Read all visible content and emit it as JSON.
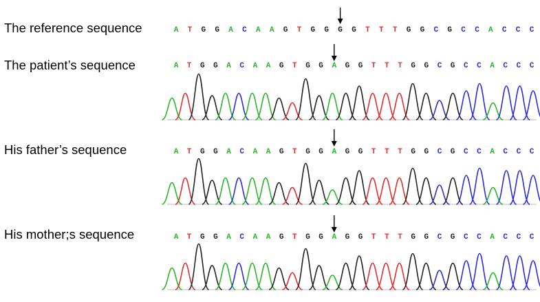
{
  "colors": {
    "A": "#2db52d",
    "T": "#e03030",
    "G": "#222222",
    "C": "#2c2cd8"
  },
  "rows": [
    {
      "label": "The reference sequence",
      "bases": [
        "A",
        "T",
        "G",
        "G",
        "A",
        "C",
        "A",
        "A",
        "G",
        "T",
        "G",
        "G",
        "G",
        "G",
        "T",
        "T",
        "T",
        "G",
        "G",
        "C",
        "G",
        "C",
        "C",
        "A",
        "C",
        "C",
        "C"
      ],
      "marker_index": 12,
      "has_trace": false,
      "peaks": []
    },
    {
      "label": "The patient’s sequence",
      "bases": [
        "A",
        "T",
        "G",
        "G",
        "A",
        "C",
        "A",
        "A",
        "G",
        "T",
        "G",
        "G",
        "A",
        "G",
        "G",
        "T",
        "T",
        "T",
        "G",
        "G",
        "C",
        "G",
        "C",
        "C",
        "A",
        "C",
        "C",
        "C"
      ],
      "marker_index": 12,
      "has_trace": true,
      "peaks": [
        {
          "base": "A",
          "h": 0.45
        },
        {
          "base": "T",
          "h": 0.55
        },
        {
          "base": "G",
          "h": 0.95
        },
        {
          "base": "G",
          "h": 0.5
        },
        {
          "base": "A",
          "h": 0.55
        },
        {
          "base": "C",
          "h": 0.55
        },
        {
          "base": "A",
          "h": 0.55
        },
        {
          "base": "A",
          "h": 0.55
        },
        {
          "base": "G",
          "h": 0.45
        },
        {
          "base": "T",
          "h": 0.35
        },
        {
          "base": "G",
          "h": 0.85
        },
        {
          "base": "G",
          "h": 0.5
        },
        {
          "base": "A",
          "h": 0.55
        },
        {
          "base": "G",
          "h": 0.55
        },
        {
          "base": "G",
          "h": 0.7
        },
        {
          "base": "T",
          "h": 0.55
        },
        {
          "base": "T",
          "h": 0.55
        },
        {
          "base": "T",
          "h": 0.55
        },
        {
          "base": "G",
          "h": 0.75
        },
        {
          "base": "G",
          "h": 0.55
        },
        {
          "base": "C",
          "h": 0.4
        },
        {
          "base": "G",
          "h": 0.55
        },
        {
          "base": "C",
          "h": 0.6
        },
        {
          "base": "C",
          "h": 0.75
        },
        {
          "base": "A",
          "h": 0.35
        },
        {
          "base": "C",
          "h": 0.7
        },
        {
          "base": "C",
          "h": 0.7
        },
        {
          "base": "C",
          "h": 0.6
        }
      ]
    },
    {
      "label": "His father’s sequence",
      "bases": [
        "A",
        "T",
        "G",
        "G",
        "A",
        "C",
        "A",
        "A",
        "G",
        "T",
        "G",
        "G",
        "A",
        "G",
        "G",
        "T",
        "T",
        "T",
        "G",
        "G",
        "C",
        "G",
        "C",
        "C",
        "A",
        "C",
        "C",
        "C"
      ],
      "marker_index": 12,
      "has_trace": true,
      "peaks": [
        {
          "base": "A",
          "h": 0.45
        },
        {
          "base": "T",
          "h": 0.55
        },
        {
          "base": "G",
          "h": 0.95
        },
        {
          "base": "G",
          "h": 0.5
        },
        {
          "base": "A",
          "h": 0.55
        },
        {
          "base": "C",
          "h": 0.55
        },
        {
          "base": "A",
          "h": 0.55
        },
        {
          "base": "A",
          "h": 0.55
        },
        {
          "base": "G",
          "h": 0.45
        },
        {
          "base": "T",
          "h": 0.35
        },
        {
          "base": "G",
          "h": 0.85
        },
        {
          "base": "G",
          "h": 0.5
        },
        {
          "base": "A",
          "h": 0.3
        },
        {
          "base": "G",
          "h": 0.55
        },
        {
          "base": "G",
          "h": 0.7
        },
        {
          "base": "T",
          "h": 0.55
        },
        {
          "base": "T",
          "h": 0.55
        },
        {
          "base": "T",
          "h": 0.55
        },
        {
          "base": "G",
          "h": 0.75
        },
        {
          "base": "G",
          "h": 0.55
        },
        {
          "base": "C",
          "h": 0.4
        },
        {
          "base": "G",
          "h": 0.55
        },
        {
          "base": "C",
          "h": 0.6
        },
        {
          "base": "C",
          "h": 0.75
        },
        {
          "base": "A",
          "h": 0.35
        },
        {
          "base": "C",
          "h": 0.7
        },
        {
          "base": "C",
          "h": 0.7
        },
        {
          "base": "C",
          "h": 0.6
        }
      ]
    },
    {
      "label": "His mother;s sequence",
      "bases": [
        "A",
        "T",
        "G",
        "G",
        "A",
        "C",
        "A",
        "A",
        "G",
        "T",
        "G",
        "G",
        "A",
        "G",
        "G",
        "T",
        "T",
        "T",
        "G",
        "G",
        "C",
        "G",
        "C",
        "C",
        "A",
        "C",
        "C",
        "C"
      ],
      "marker_index": 12,
      "has_trace": true,
      "peaks": [
        {
          "base": "A",
          "h": 0.45
        },
        {
          "base": "T",
          "h": 0.55
        },
        {
          "base": "G",
          "h": 0.95
        },
        {
          "base": "G",
          "h": 0.5
        },
        {
          "base": "A",
          "h": 0.55
        },
        {
          "base": "C",
          "h": 0.55
        },
        {
          "base": "A",
          "h": 0.55
        },
        {
          "base": "A",
          "h": 0.55
        },
        {
          "base": "G",
          "h": 0.45
        },
        {
          "base": "T",
          "h": 0.35
        },
        {
          "base": "G",
          "h": 0.85
        },
        {
          "base": "G",
          "h": 0.5
        },
        {
          "base": "A",
          "h": 0.3
        },
        {
          "base": "G",
          "h": 0.55
        },
        {
          "base": "G",
          "h": 0.7
        },
        {
          "base": "T",
          "h": 0.55
        },
        {
          "base": "T",
          "h": 0.55
        },
        {
          "base": "T",
          "h": 0.55
        },
        {
          "base": "G",
          "h": 0.75
        },
        {
          "base": "G",
          "h": 0.55
        },
        {
          "base": "C",
          "h": 0.4
        },
        {
          "base": "G",
          "h": 0.55
        },
        {
          "base": "C",
          "h": 0.6
        },
        {
          "base": "C",
          "h": 0.75
        },
        {
          "base": "A",
          "h": 0.35
        },
        {
          "base": "C",
          "h": 0.7
        },
        {
          "base": "C",
          "h": 0.7
        },
        {
          "base": "C",
          "h": 0.6
        }
      ]
    }
  ]
}
